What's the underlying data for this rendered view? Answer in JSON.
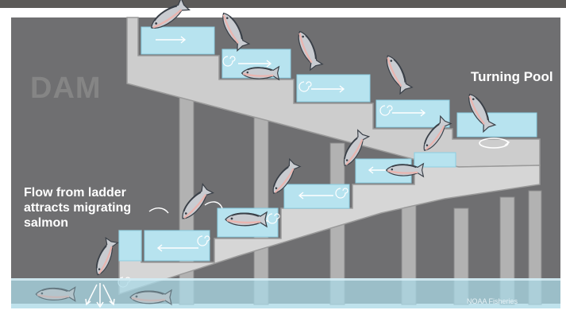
{
  "labels": {
    "dam": "DAM",
    "turning_pool": "Turning Pool",
    "flow_line1": "Flow from ladder",
    "flow_line2": "attracts migrating",
    "flow_line3": "salmon",
    "credit": "NOAA Fisheries"
  },
  "colors": {
    "background_gray": "#6f6f71",
    "ladder_concrete": "#cdcdcd",
    "pier": "#b2b2b2",
    "water": "#b7e3ef",
    "water_edge": "#8ccfe3",
    "flow_arrow": "#ffffff",
    "salmon_body": "#c9ccd1",
    "salmon_dark": "#3a4048",
    "salmon_pink": "#e9b5b0"
  },
  "icons": [
    "salmon-icon",
    "flow-arrow-icon",
    "swirl-icon",
    "circular-arrow-icon"
  ]
}
